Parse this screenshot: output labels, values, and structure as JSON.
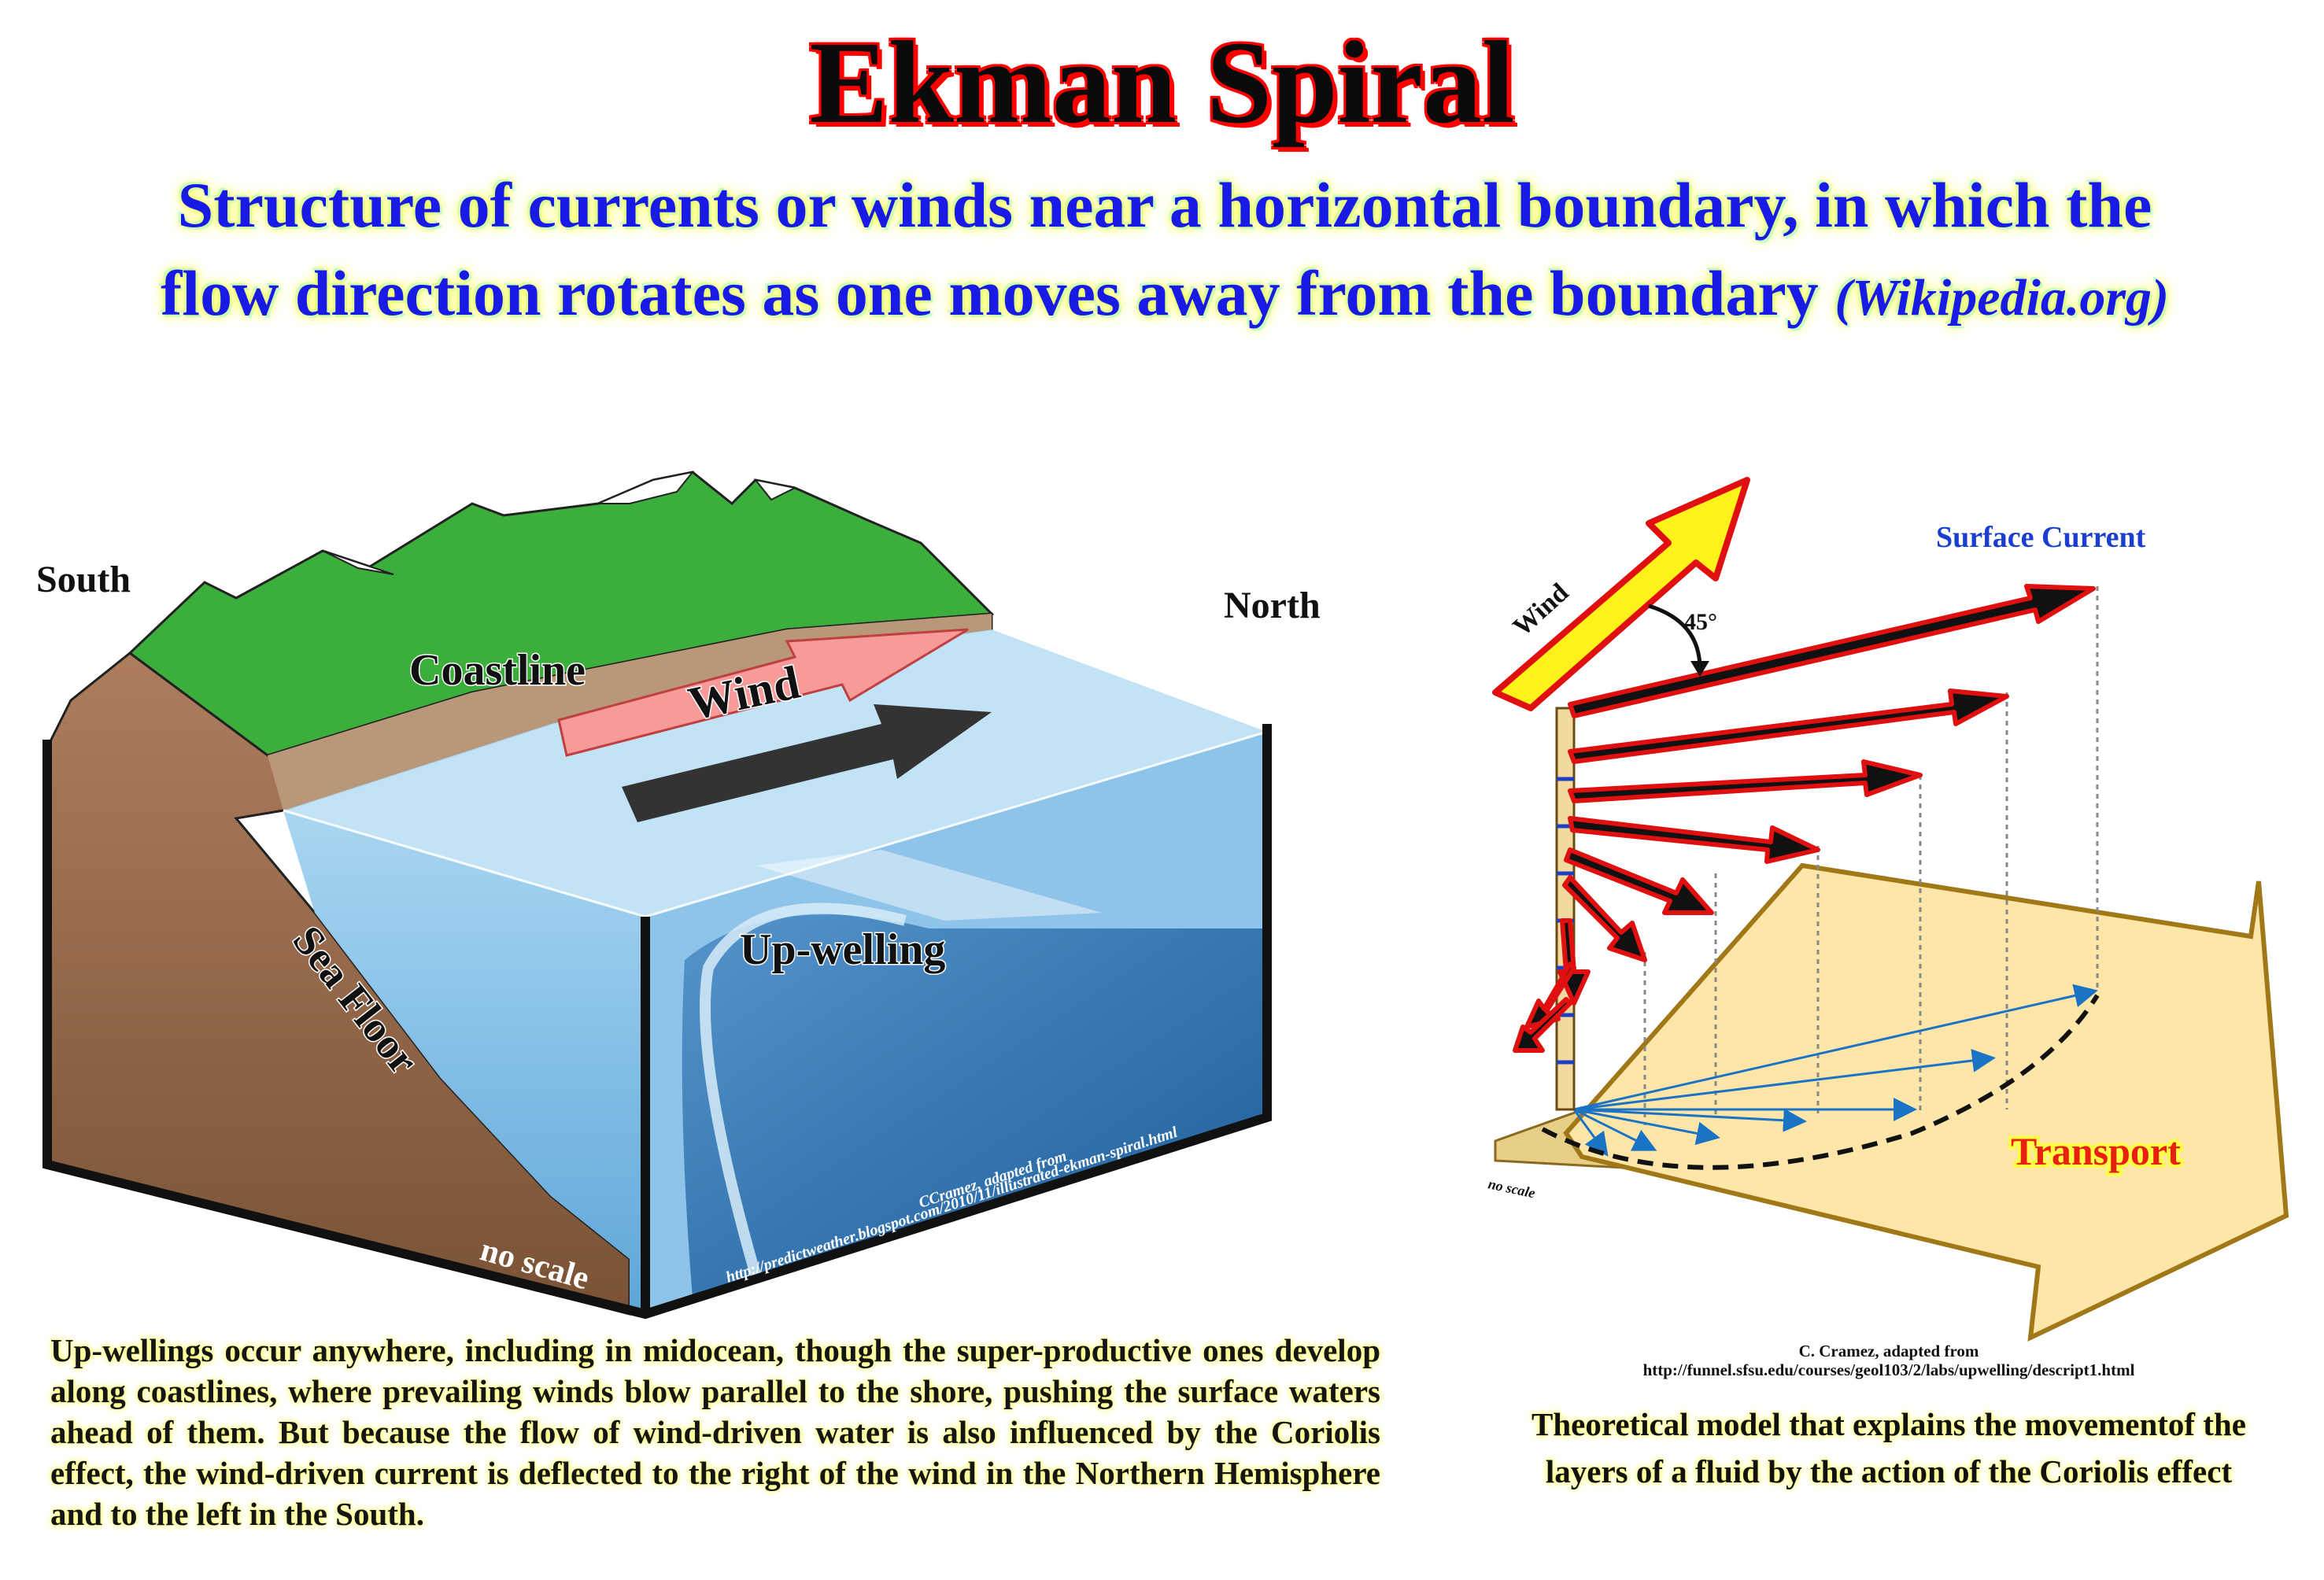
{
  "title": "Ekman Spiral",
  "subtitle": {
    "text": "Structure of currents or winds near a horizontal boundary, in which the flow direction rotates as one moves away from the boundary",
    "source": "(Wikipedia.org)"
  },
  "left_diagram": {
    "labels": {
      "south": "South",
      "north": "North",
      "coastline": "Coastline",
      "wind": "Wind",
      "sea_floor": "Sea Floor",
      "upwelling": "Up-welling",
      "no_scale": "no scale"
    },
    "credit_line1": "CCramez, adapted from",
    "credit_line2": "http://predictweather.blogspot.com/2010/11/illustrated-ekman-spiral.html"
  },
  "right_diagram": {
    "labels": {
      "wind": "Wind",
      "angle": "45°",
      "surface_current": "Surface Current",
      "transport": "Transport",
      "no_scale": "no scale"
    },
    "credit_line1": "C. Cramez, adapted from",
    "credit_line2": "http://funnel.sfsu.edu/courses/geol103/2/labs/upwelling/descript1.html"
  },
  "body_text": "Up-wellings occur anywhere, including in midocean, though the super-productive ones develop along coastlines, where prevailing winds blow parallel to the shore, pushing the surface waters ahead of them. But because the flow of wind-driven water is also influenced by the Coriolis effect, the wind-driven current is deflected to the right of the wind in the Northern Hemisphere and to the left in the South.",
  "caption": "Theoretical model that explains the movementof the layers of a fluid by the action of the Coriolis effect",
  "colors": {
    "title_outline": "#ff0000",
    "subtitle_text": "#1a1ae6",
    "water": "#6fb3e0",
    "land": "#9b6b48",
    "mountains": "#3cae3c",
    "transport_fill": "#fde6a8",
    "arrow_outline": "#e01010"
  }
}
